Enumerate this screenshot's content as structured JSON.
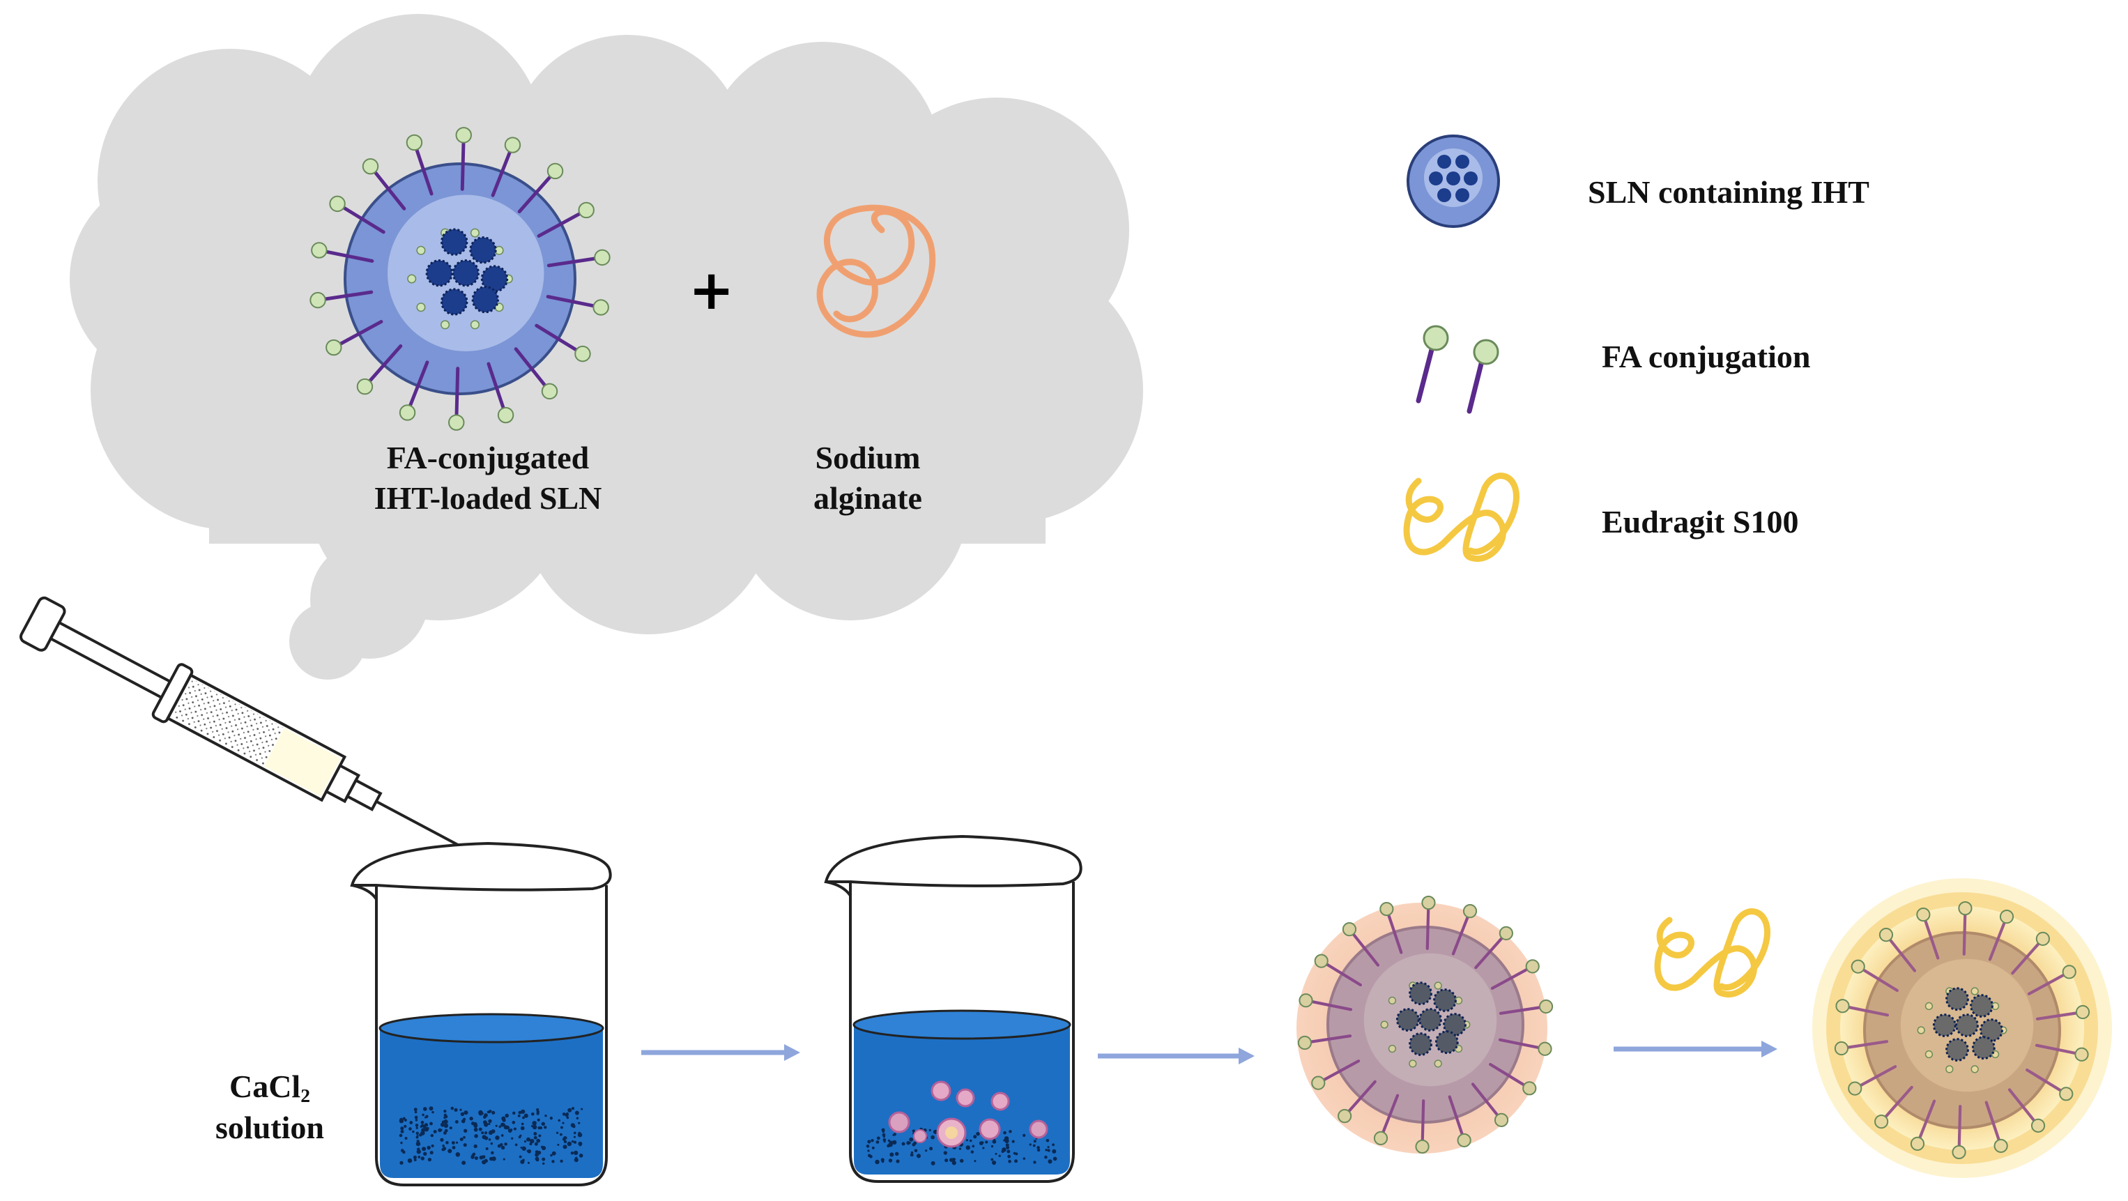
{
  "cloud": {
    "sln_label_line1": "FA-conjugated",
    "sln_label_line2": "IHT-loaded SLN",
    "plus_sign": "+",
    "alginate_label_line1": "Sodium",
    "alginate_label_line2": "alginate"
  },
  "legend": {
    "sln": "SLN containing IHT",
    "fa": "FA conjugation",
    "eudragit": "Eudragit S100"
  },
  "beaker": {
    "cacl_main": "CaCl",
    "cacl_sub": "2",
    "cacl_line2": "solution"
  },
  "colors": {
    "cloud": "#dcdcdc",
    "sln_core": "#7b95d6",
    "sln_inner": "#a9bbe8",
    "dot": "#1c3c8c",
    "stick": "#5a2a8c",
    "bead_head": "#cfe5b8",
    "alginate": "#f0a070",
    "eudragit": "#f5c842",
    "solution": "#1d6fc4",
    "arrow": "#8ea6dc",
    "capsule_halo": "#f5c4a8",
    "coated_halo": "#fde9a8"
  }
}
